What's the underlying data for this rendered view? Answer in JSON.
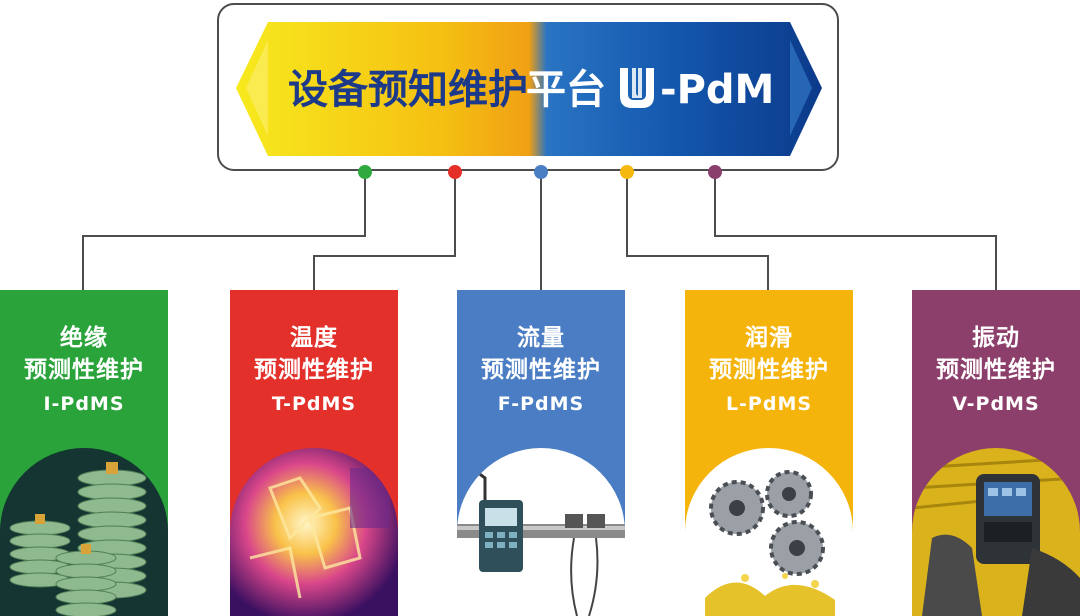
{
  "banner": {
    "title": "设备预知维护平台",
    "logo_icon": "u-logo-icon",
    "suffix": "-PdM",
    "colors": {
      "left": "#f6e21a",
      "mid": "#f2a313",
      "right": "#0f3f8f",
      "text": "#1d3a8a",
      "suffix_text": "#ffffff"
    }
  },
  "connectors": [
    {
      "color": "#2eaa3e"
    },
    {
      "color": "#e5302a"
    },
    {
      "color": "#4a7fc4"
    },
    {
      "color": "#f5b80e"
    },
    {
      "color": "#8a3e6c"
    }
  ],
  "cards": [
    {
      "name": "绝缘",
      "subtitle": "预测性维护",
      "code": "I-PdMS",
      "color": "#2aa33b",
      "image": "insulator-stack-photo"
    },
    {
      "name": "温度",
      "subtitle": "预测性维护",
      "code": "T-PdMS",
      "color": "#e3302a",
      "image": "thermal-camera-photo"
    },
    {
      "name": "流量",
      "subtitle": "预测性维护",
      "code": "F-PdMS",
      "color": "#4a7dc3",
      "image": "ultrasonic-flowmeter-photo"
    },
    {
      "name": "润滑",
      "subtitle": "预测性维护",
      "code": "L-PdMS",
      "color": "#f5b40c",
      "image": "gears-oil-photo"
    },
    {
      "name": "振动",
      "subtitle": "预测性维护",
      "code": "V-PdMS",
      "color": "#8c3f6a",
      "image": "vibration-analyzer-photo"
    }
  ]
}
